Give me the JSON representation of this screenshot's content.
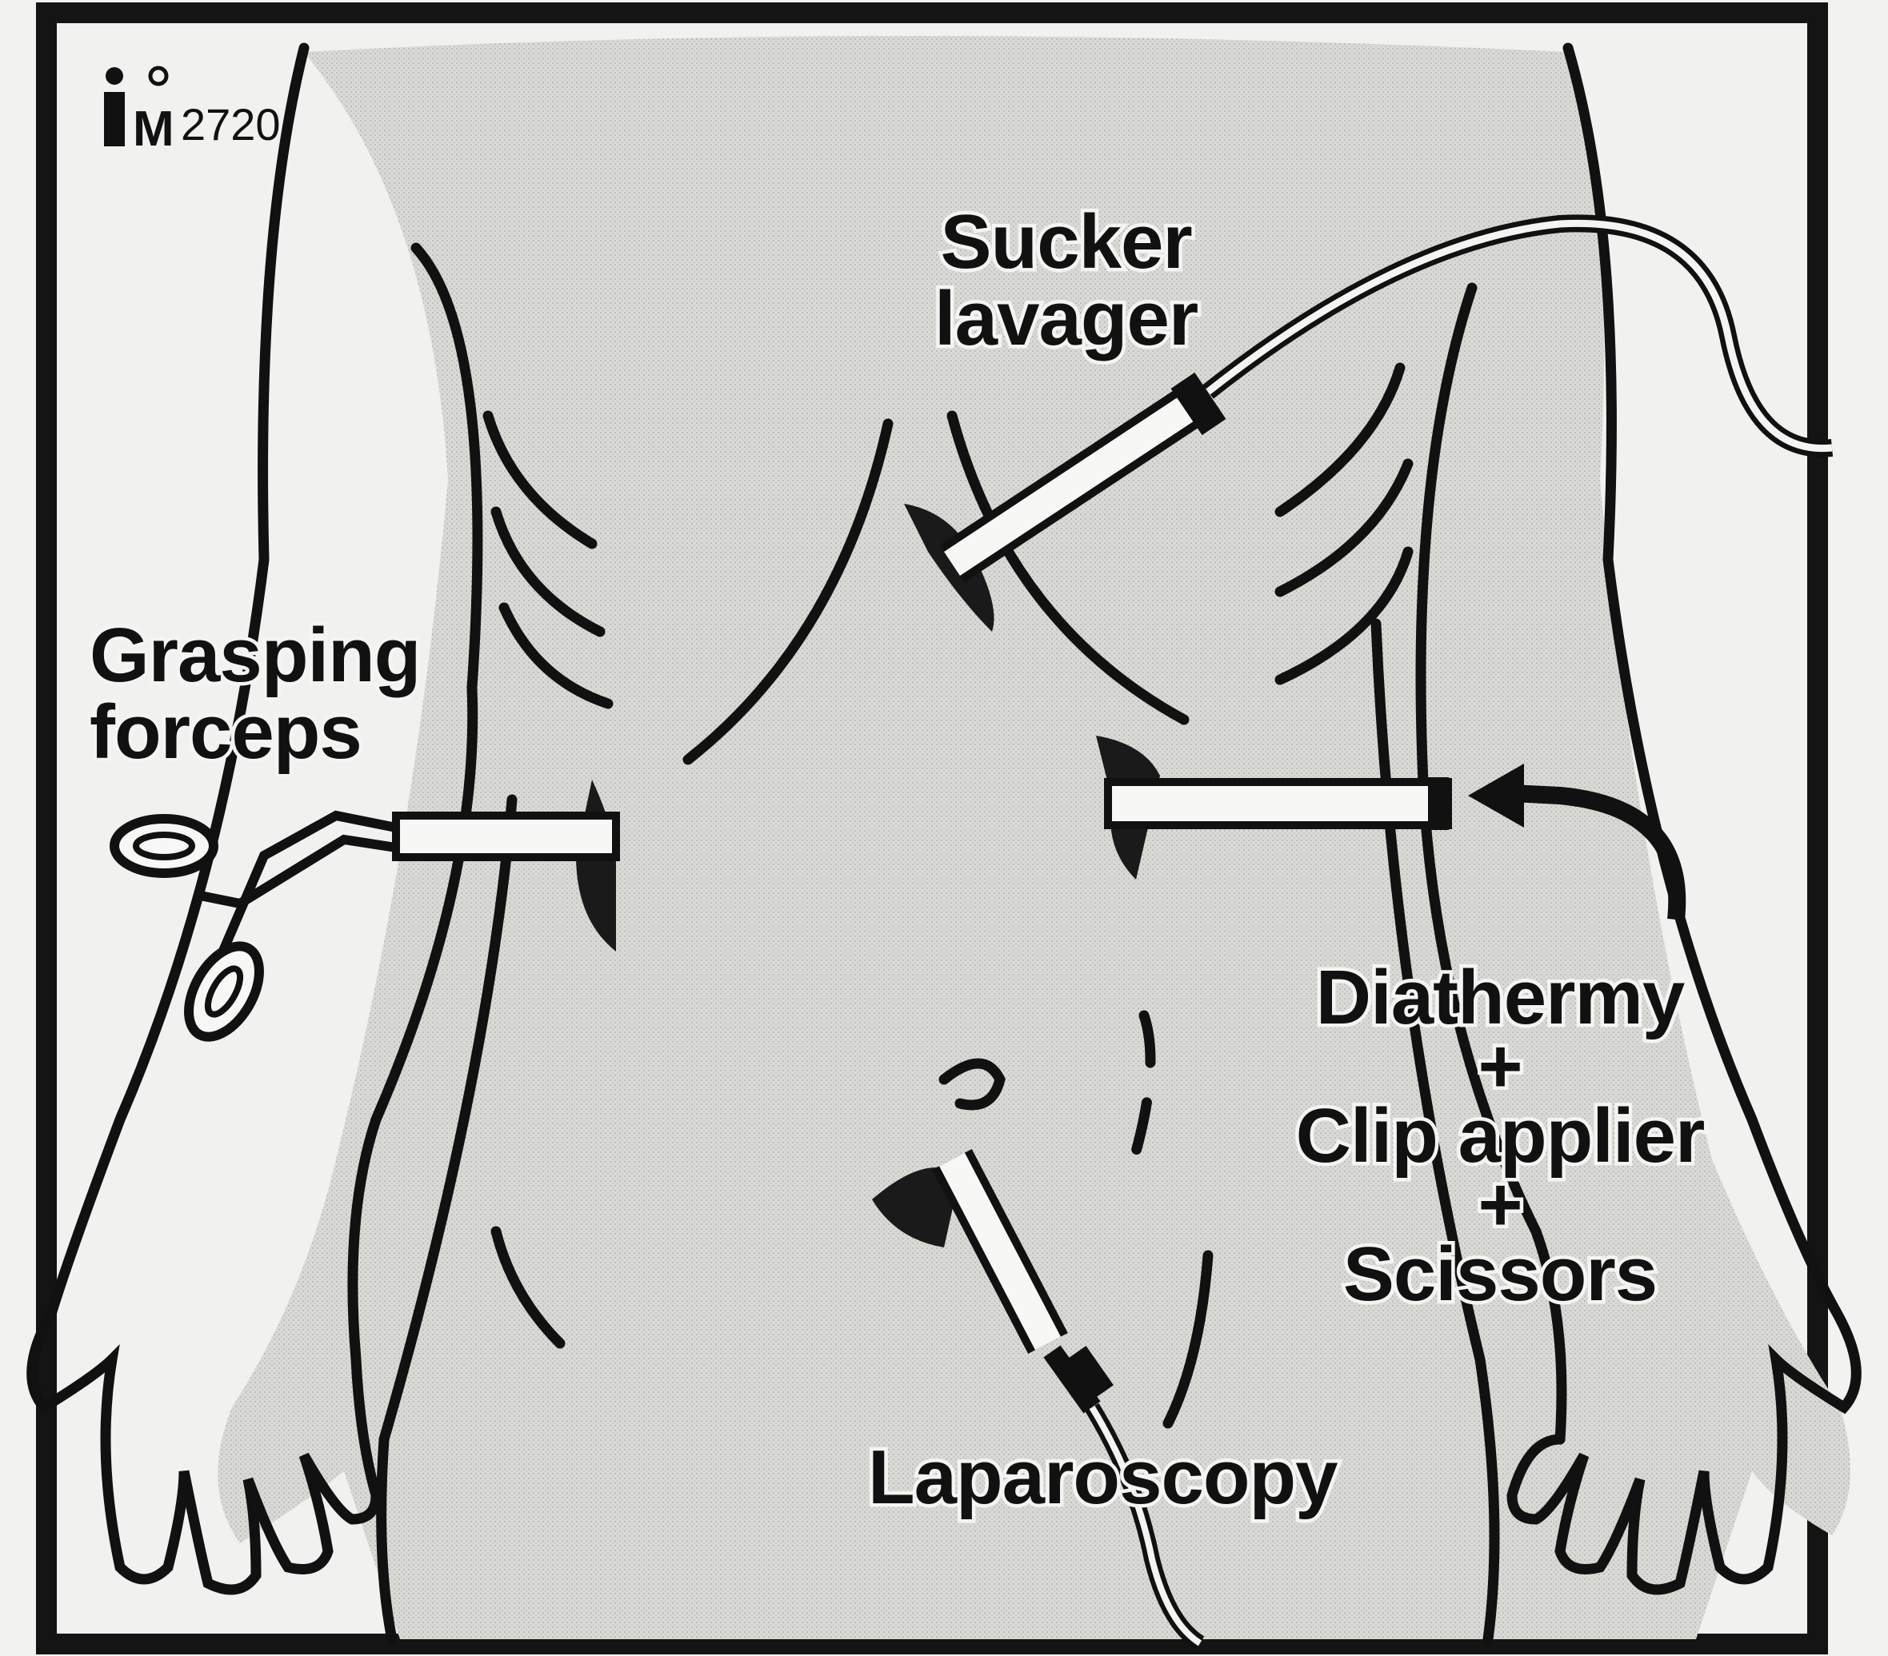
{
  "logo": {
    "mark": "M",
    "number": "2720"
  },
  "labels": {
    "sucker": [
      "Sucker",
      "lavager"
    ],
    "grasping": [
      "Grasping",
      "forceps"
    ],
    "diathermy": [
      "Diathermy",
      "+",
      "Clip applier",
      "+",
      "Scissors"
    ],
    "laparoscopy": "Laparoscopy"
  },
  "icons": [
    "logo-icon",
    "grasping-forceps-icon",
    "sucker-lavager-icon",
    "diathermy-port-icon",
    "laparoscope-icon",
    "curved-arrow-icon"
  ]
}
